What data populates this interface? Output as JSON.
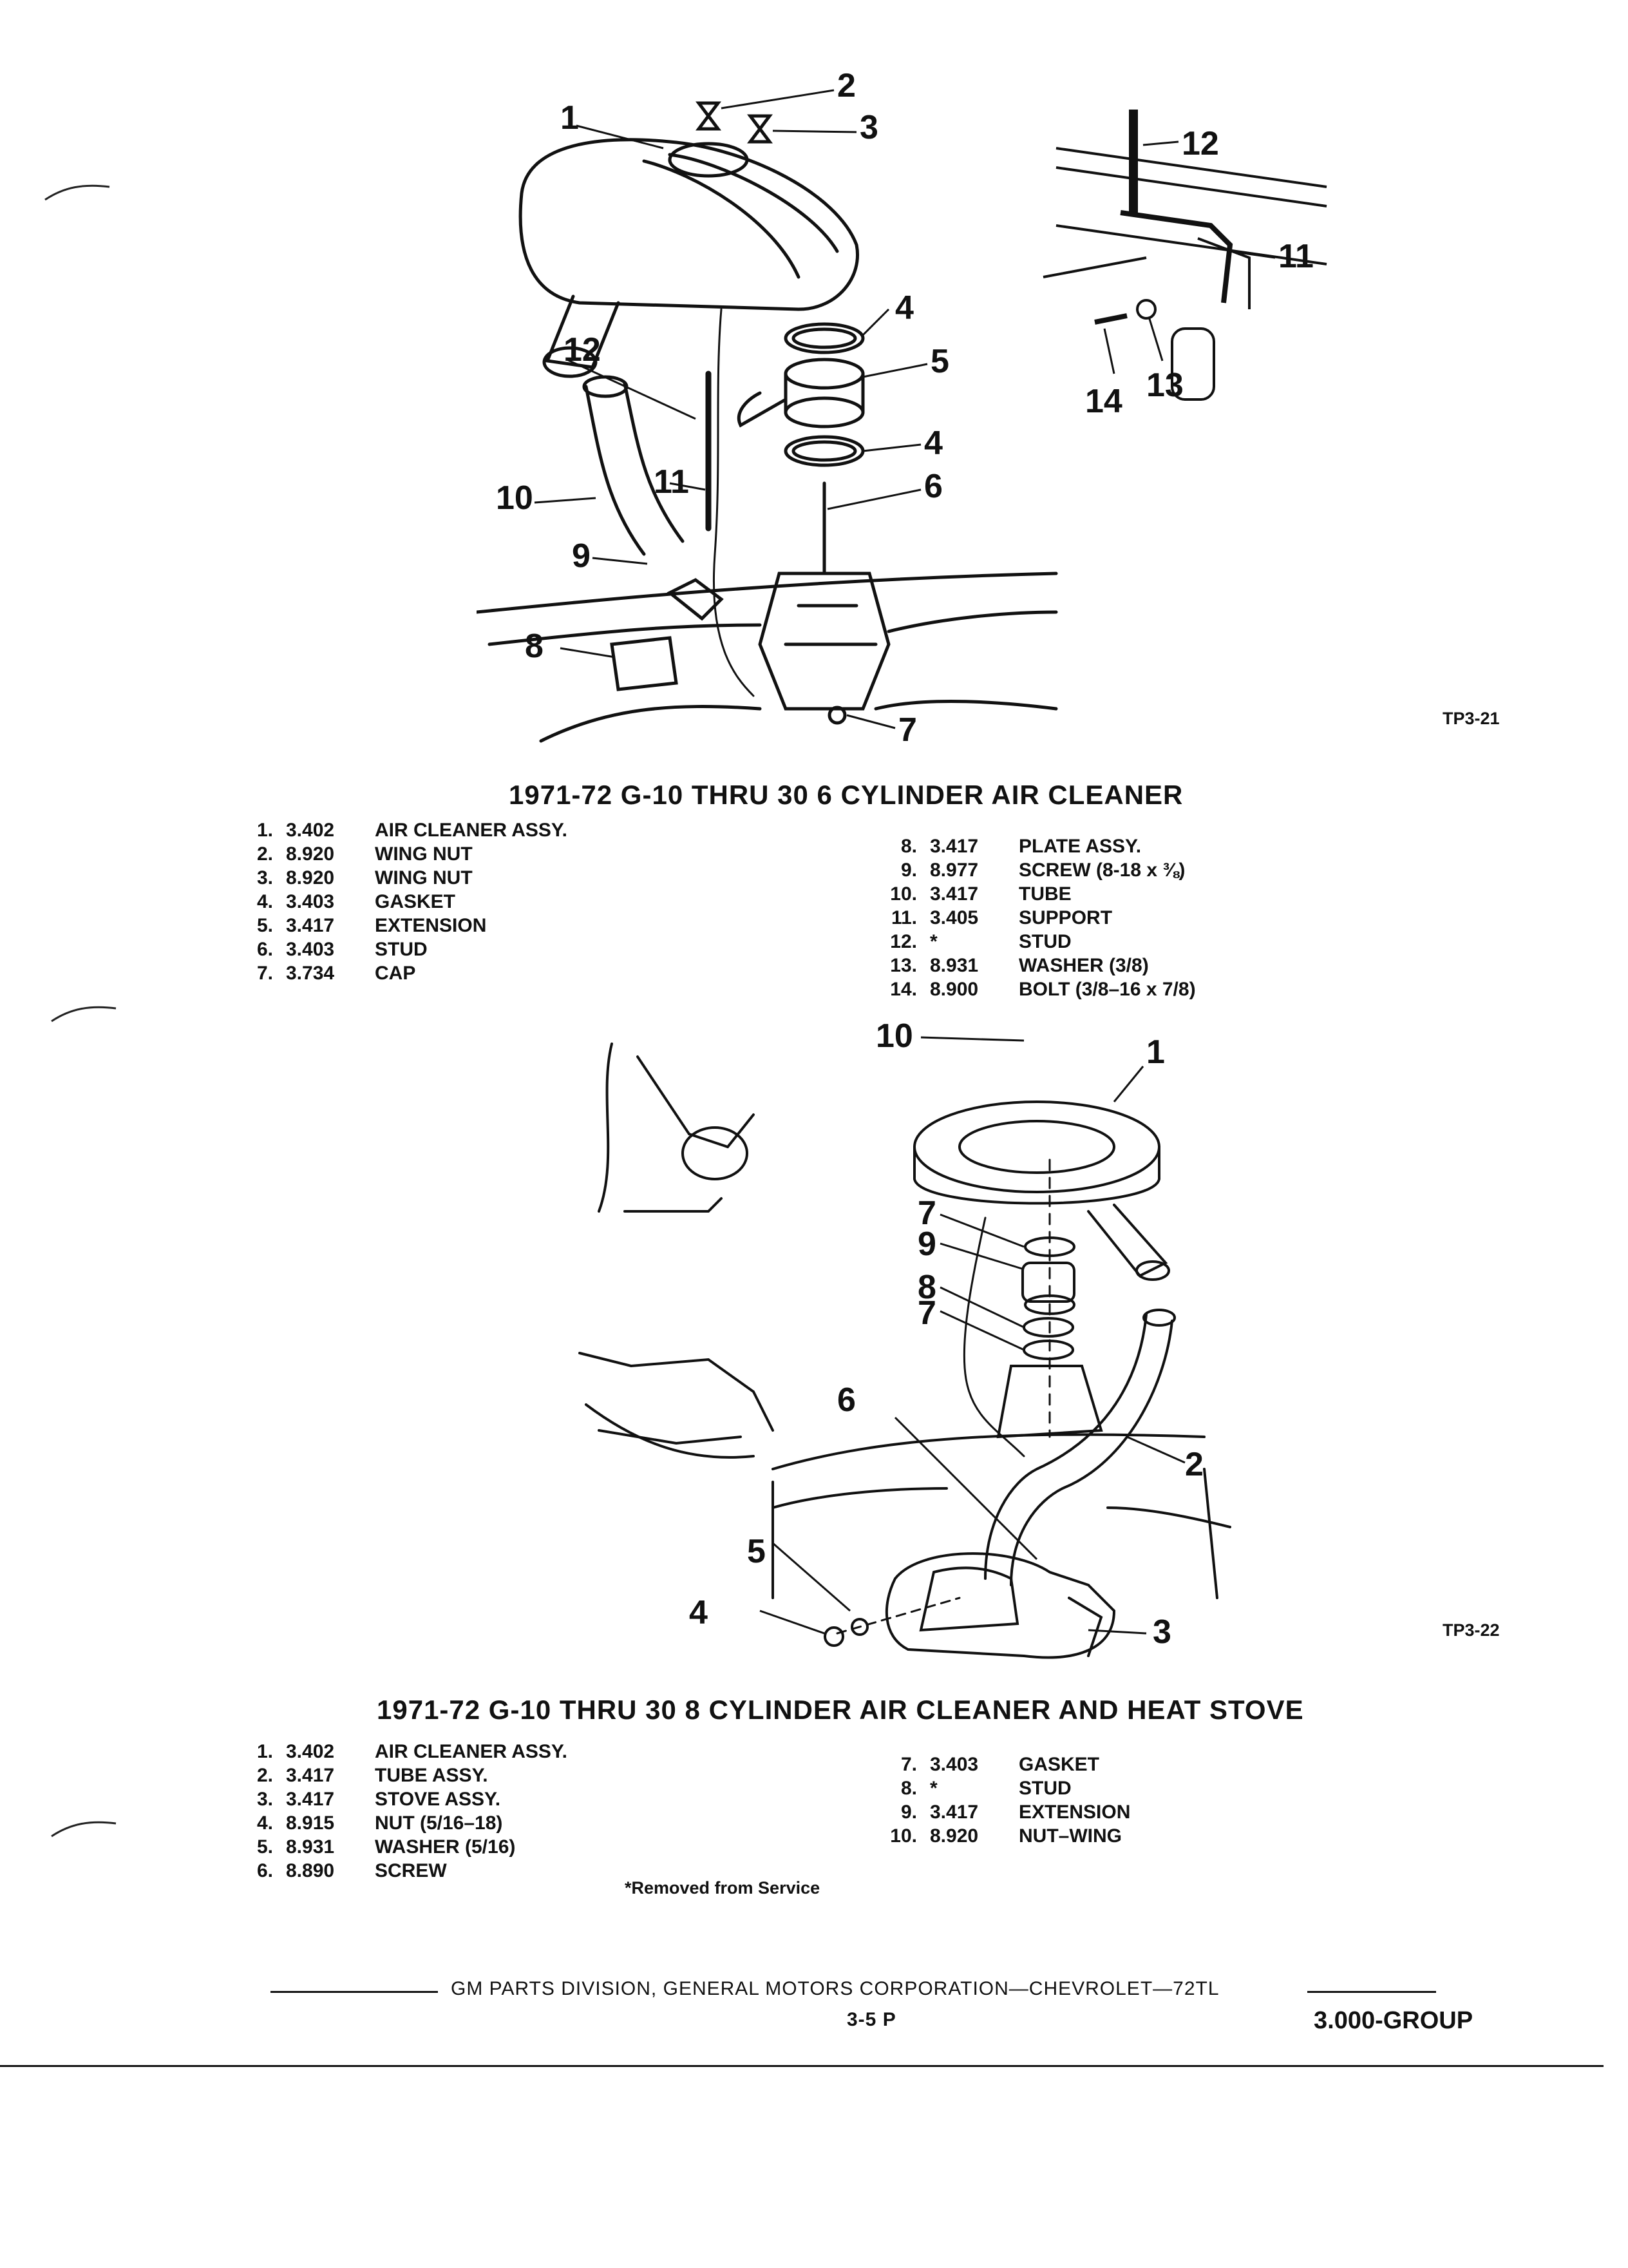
{
  "figure1": {
    "id": "TP3-21",
    "title": "1971-72  G-10 THRU 30 6 CYLINDER AIR CLEANER",
    "callouts": [
      "1",
      "2",
      "3",
      "4",
      "5",
      "4",
      "6",
      "7",
      "8",
      "9",
      "10",
      "11",
      "12",
      "12",
      "11",
      "13",
      "14"
    ],
    "parts_left": [
      {
        "num": "1.",
        "code": "3.402",
        "desc": "AIR CLEANER ASSY."
      },
      {
        "num": "2.",
        "code": "8.920",
        "desc": "WING NUT"
      },
      {
        "num": "3.",
        "code": "8.920",
        "desc": "WING NUT"
      },
      {
        "num": "4.",
        "code": "3.403",
        "desc": "GASKET"
      },
      {
        "num": "5.",
        "code": "3.417",
        "desc": "EXTENSION"
      },
      {
        "num": "6.",
        "code": "3.403",
        "desc": "STUD"
      },
      {
        "num": "7.",
        "code": "3.734",
        "desc": "CAP"
      }
    ],
    "parts_right": [
      {
        "num": "8.",
        "code": "3.417",
        "desc": "PLATE ASSY."
      },
      {
        "num": "9.",
        "code": "8.977",
        "desc": "SCREW (8-18 x ⅜)"
      },
      {
        "num": "10.",
        "code": "3.417",
        "desc": "TUBE"
      },
      {
        "num": "11.",
        "code": "3.405",
        "desc": "SUPPORT"
      },
      {
        "num": "12.",
        "code": "*",
        "desc": "STUD"
      },
      {
        "num": "13.",
        "code": "8.931",
        "desc": "WASHER (3/8)"
      },
      {
        "num": "14.",
        "code": "8.900",
        "desc": "BOLT (3/8–16 x 7/8)"
      }
    ]
  },
  "figure2": {
    "id": "TP3-22",
    "title": "1971-72  G-10 THRU 30 8 CYLINDER AIR CLEANER AND HEAT STOVE",
    "callouts": [
      "10",
      "1",
      "7",
      "9",
      "8",
      "7",
      "6",
      "2",
      "5",
      "4",
      "3"
    ],
    "parts_left": [
      {
        "num": "1.",
        "code": "3.402",
        "desc": "AIR CLEANER ASSY."
      },
      {
        "num": "2.",
        "code": "3.417",
        "desc": "TUBE ASSY."
      },
      {
        "num": "3.",
        "code": "3.417",
        "desc": "STOVE ASSY."
      },
      {
        "num": "4.",
        "code": "8.915",
        "desc": "NUT (5/16–18)"
      },
      {
        "num": "5.",
        "code": "8.931",
        "desc": "WASHER (5/16)"
      },
      {
        "num": "6.",
        "code": "8.890",
        "desc": "SCREW"
      }
    ],
    "parts_right": [
      {
        "num": "7.",
        "code": "3.403",
        "desc": "GASKET"
      },
      {
        "num": "8.",
        "code": "*",
        "desc": "STUD"
      },
      {
        "num": "9.",
        "code": "3.417",
        "desc": "EXTENSION"
      },
      {
        "num": "10.",
        "code": "8.920",
        "desc": "NUT–WING"
      }
    ],
    "footnote": "*Removed from Service"
  },
  "footer": {
    "text": "GM PARTS DIVISION, GENERAL MOTORS CORPORATION—CHEVROLET—72TL",
    "page": "3-5  P",
    "group": "3.000-GROUP"
  }
}
